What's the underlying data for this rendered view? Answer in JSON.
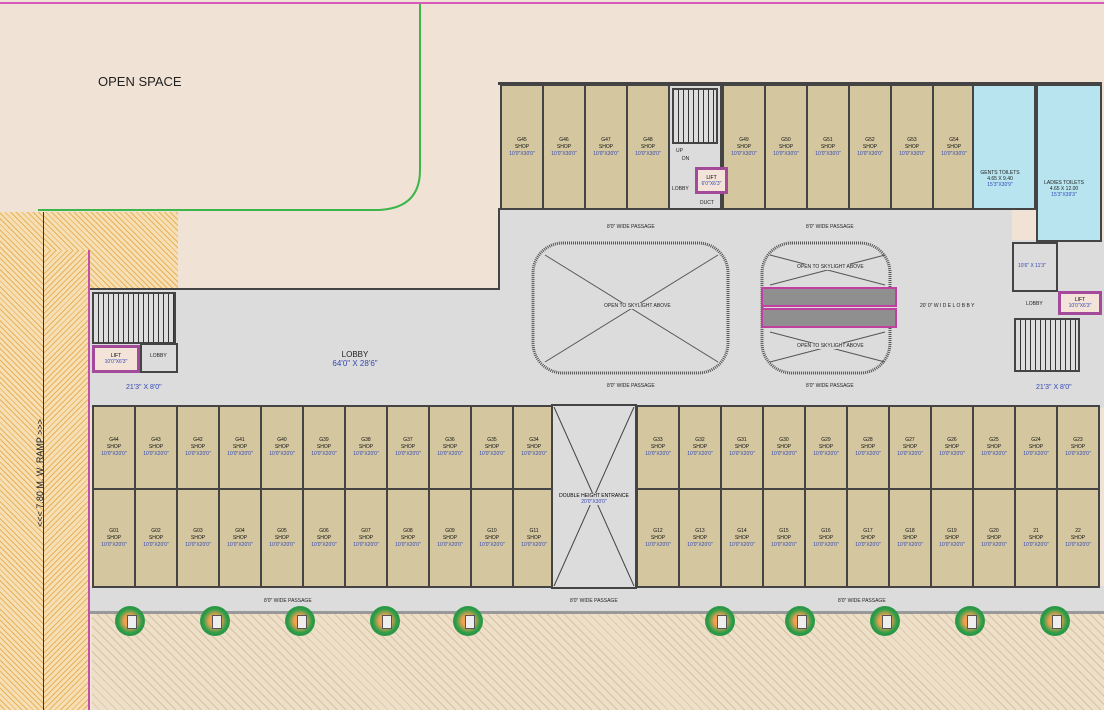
{
  "site": {
    "open_space": "OPEN SPACE",
    "ramp": "<<< 7.80  M. W.  RAMP  >>>"
  },
  "top_shops": [
    {
      "id": "G45",
      "type": "SHOP",
      "dim": "10'0\"X30'0\""
    },
    {
      "id": "G46",
      "type": "SHOP",
      "dim": "10'0\"X30'0\""
    },
    {
      "id": "G47",
      "type": "SHOP",
      "dim": "10'0\"X30'0\""
    },
    {
      "id": "G48",
      "type": "SHOP",
      "dim": "10'0\"X30'0\""
    },
    {
      "id": "G49",
      "type": "SHOP",
      "dim": "10'0\"X30'0\""
    },
    {
      "id": "G50",
      "type": "SHOP",
      "dim": "10'0\"X30'0\""
    },
    {
      "id": "G51",
      "type": "SHOP",
      "dim": "10'0\"X30'0\""
    },
    {
      "id": "G52",
      "type": "SHOP",
      "dim": "10'0\"X30'0\""
    },
    {
      "id": "G53",
      "type": "SHOP",
      "dim": "10'0\"X30'0\""
    },
    {
      "id": "G54",
      "type": "SHOP",
      "dim": "10'0\"X30'0\""
    }
  ],
  "middle_left_shops": [
    "G44",
    "G43",
    "G42",
    "G41",
    "G40",
    "G39",
    "G38",
    "G37",
    "G36",
    "G35",
    "G34"
  ],
  "middle_right_shops": [
    "G33",
    "G32",
    "G31",
    "G30",
    "G29",
    "G28",
    "G27",
    "G26",
    "G25",
    "G24",
    "G23"
  ],
  "bottom_left_shops": [
    "G01",
    "G02",
    "G03",
    "G04",
    "G05",
    "G06",
    "G07",
    "G08",
    "G09",
    "G10",
    "G11"
  ],
  "bottom_right_shops": [
    "G12",
    "G13",
    "G14",
    "G15",
    "G16",
    "G17",
    "G18",
    "G19",
    "G20",
    "21",
    "22"
  ],
  "shop_type": "SHOP",
  "shop_dim_small": "10'0\"X20'0\"",
  "rooms": {
    "lobby_main": {
      "label": "LOBBY",
      "dim": "64'0\" X 28'6\""
    },
    "left_lift": {
      "label": "LIFT",
      "dim": "10'0\"X6'3\""
    },
    "left_lobby": "LOBBY",
    "left_room": "21'3\" X 8'0\"",
    "right_room": "21'3\" X 8'0\"",
    "right_top_room": "10'6\" X 11'3\"",
    "right_lobby": "LOBBY",
    "right_lift": {
      "label": "LIFT",
      "dim": "10'0\"X6'3\""
    },
    "top_lift": {
      "label": "LIFT",
      "dim": "6'0\"X6'3\""
    },
    "top_lobby": "LOBBY",
    "duct": "DUCT",
    "gents": {
      "label": "GENTS TOILETS",
      "size": "4.65 X 9.40",
      "dim": "15'3\"X30'9\""
    },
    "ladies": {
      "label": "LADIES TOILETS",
      "size": "4.65 X 12.00",
      "dim": "15'3\"X39'3\""
    },
    "entrance": {
      "label": "DOUBLE HEIGHT ENTRANCE",
      "dim": "20'0\"X30'0\""
    },
    "skylight": "OPEN TO SKYLIGHT ABOVE",
    "wide_lobby": "20' 0\"  W I D E   L O B B Y",
    "passage": "8'0\" WIDE PASSAGE",
    "up": "UP",
    "dn": "DN"
  }
}
